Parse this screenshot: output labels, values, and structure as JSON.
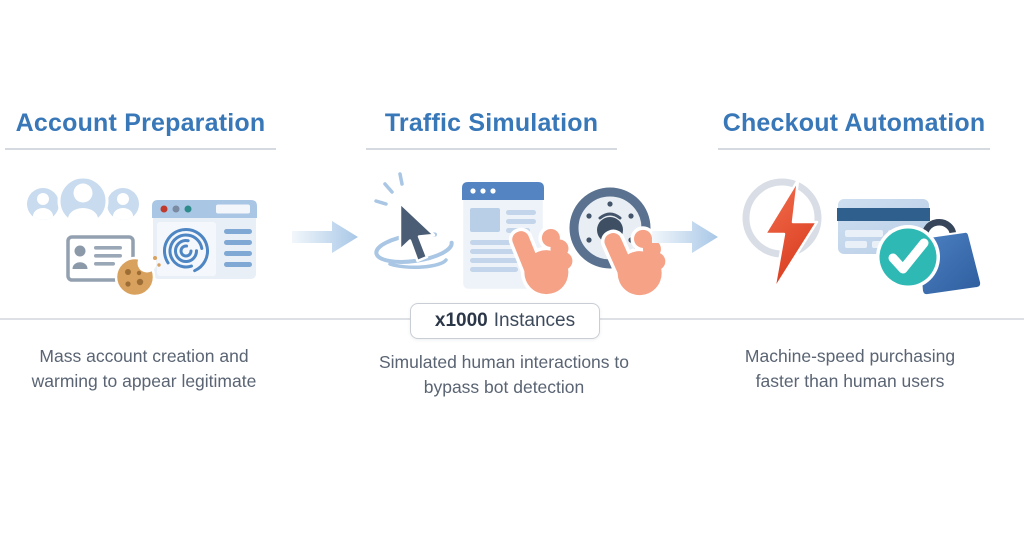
{
  "diagram": {
    "stages": [
      {
        "title": "Account Preparation",
        "description": "Mass account creation and warming to appear legitimate",
        "icons": [
          "user-group",
          "id-card",
          "cookie",
          "browser-fingerprint"
        ]
      },
      {
        "title": "Traffic Simulation",
        "description": "Simulated human interactions to bypass bot detection",
        "icons": [
          "cursor-click",
          "browser-window",
          "tap-hand",
          "dial",
          "tap-hand"
        ]
      },
      {
        "title": "Checkout Automation",
        "description": "Machine-speed purchasing faster than human users",
        "icons": [
          "lightning-circle",
          "credit-card",
          "shopping-bag",
          "checkmark-badge"
        ]
      }
    ],
    "badge": {
      "count": "x1000",
      "label": "Instances"
    },
    "colors": {
      "heading_blue": "#3877b8",
      "description_gray": "#5a6473",
      "divider_gray": "#dde1e6",
      "light_blue": "#c9dbee",
      "accent_blue": "#5584c2",
      "slate": "#4a5d74",
      "fingerprint_blue": "#4e86c4",
      "hand_orange": "#f5a287",
      "bolt_red": "#e8503a",
      "check_teal": "#2fb9b4",
      "cookie_tan": "#d9a15e",
      "card_stripe_blue": "#2f5f8d",
      "bag_blue": "#3c70ae",
      "arrow_blue": "#a8c7e7"
    }
  }
}
